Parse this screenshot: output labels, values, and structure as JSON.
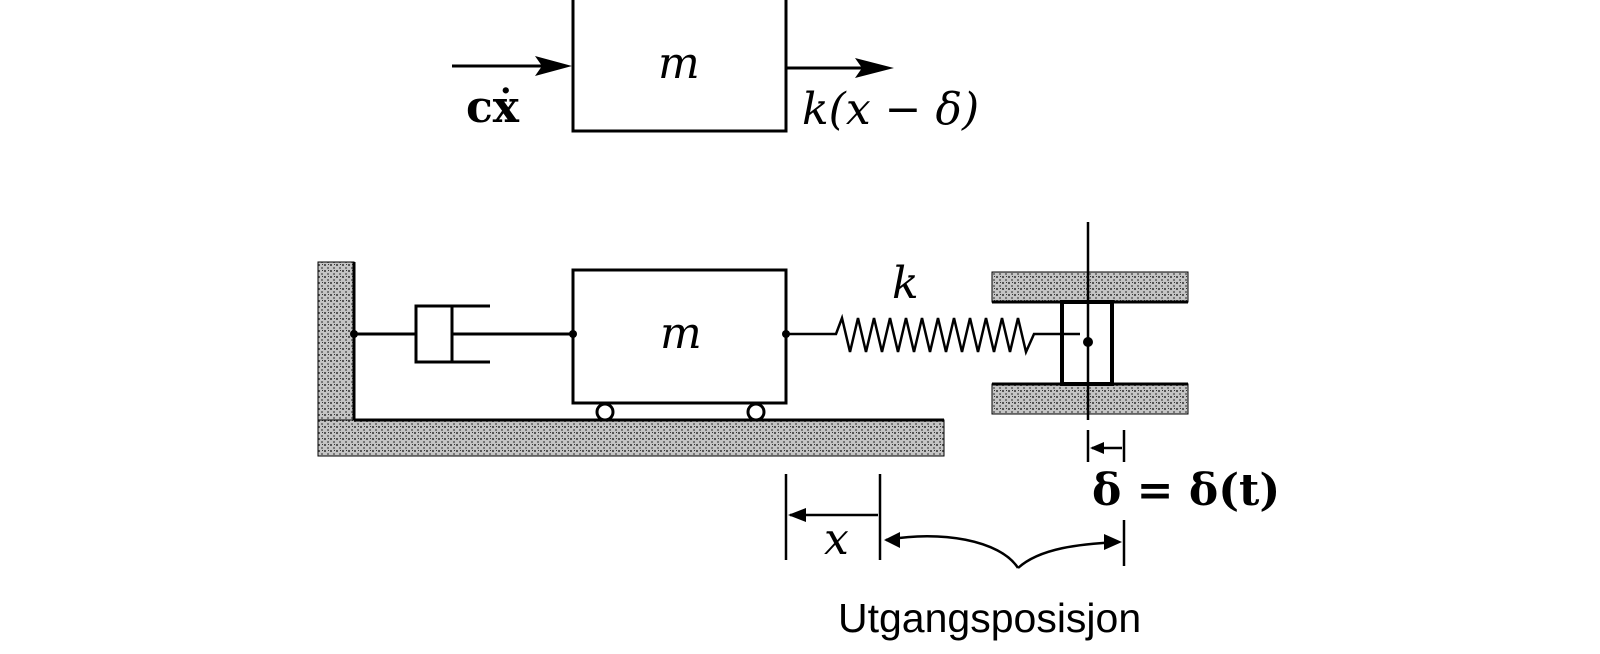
{
  "fbd": {
    "mass_label": "m",
    "damper_force_label": "cẋ",
    "spring_force_label": "k(x − δ)"
  },
  "system": {
    "mass_label": "m",
    "spring_label": "k",
    "x_label": "x",
    "delta_label": "δ = δ(t)",
    "caption": "Utgangsposisjon"
  },
  "colors": {
    "ink": "#000000",
    "hatch": "#9a9a9a",
    "background": "#ffffff"
  }
}
